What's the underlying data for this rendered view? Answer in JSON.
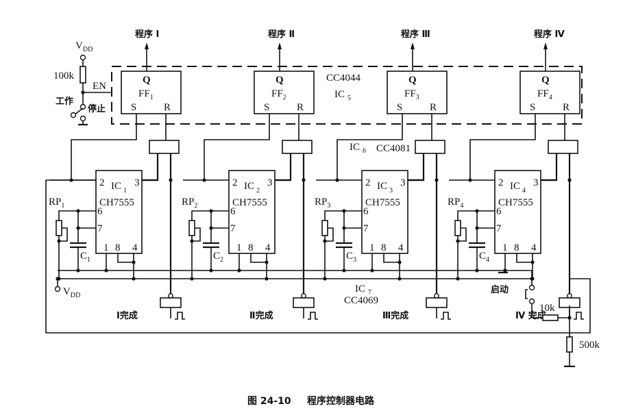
{
  "caption": {
    "figure": "图 24-10",
    "title": "程序控制器电路"
  },
  "outputs": [
    "程序 I",
    "程序 Ⅱ",
    "程序 Ⅲ",
    "程序 Ⅳ"
  ],
  "flipflop_ic": {
    "part": "CC4044",
    "ref": "IC",
    "ref_sub": "5"
  },
  "flipflops": [
    {
      "name": "FF",
      "sub": "1",
      "q": "Q",
      "s": "S",
      "r": "R"
    },
    {
      "name": "FF",
      "sub": "2",
      "q": "Q",
      "s": "S",
      "r": "R"
    },
    {
      "name": "FF",
      "sub": "3",
      "q": "Q",
      "s": "S",
      "r": "R"
    },
    {
      "name": "FF",
      "sub": "4",
      "q": "Q",
      "s": "S",
      "r": "R"
    }
  ],
  "and_ic": {
    "ref": "IC",
    "ref_sub": "6",
    "part": "CC4081"
  },
  "timers": [
    {
      "ref": "IC",
      "sub": "1",
      "part": "CH7555",
      "rp": "RP",
      "rp_sub": "1",
      "c": "C",
      "c_sub": "1"
    },
    {
      "ref": "IC",
      "sub": "2",
      "part": "CH7555",
      "rp": "RP",
      "rp_sub": "2",
      "c": "C",
      "c_sub": "2"
    },
    {
      "ref": "IC",
      "sub": "3",
      "part": "CH7555",
      "rp": "RP",
      "rp_sub": "3",
      "c": "C",
      "c_sub": "3"
    },
    {
      "ref": "IC",
      "sub": "4",
      "part": "CH7555",
      "rp": "RP",
      "rp_sub": "4",
      "c": "C",
      "c_sub": "4"
    }
  ],
  "pins": {
    "p2": "2",
    "p3": "3",
    "p6": "6",
    "p7": "7",
    "p1": "1",
    "p8": "8",
    "p4": "4"
  },
  "inverter_ic": {
    "ref": "IC",
    "ref_sub": "7",
    "part": "CC4069"
  },
  "completions": [
    "Ⅰ完成",
    "Ⅱ完成",
    "Ⅲ完成",
    "Ⅳ 完成"
  ],
  "enable": {
    "vdd": "V",
    "vdd_sub": "DD",
    "resistor": "100k",
    "en_label": "EN",
    "work_label": "工作",
    "stop_label": "停止"
  },
  "supply": {
    "vdd": "V",
    "vdd_sub": "DD"
  },
  "start": {
    "label": "启动",
    "r1": "10k",
    "r2": "500k"
  }
}
